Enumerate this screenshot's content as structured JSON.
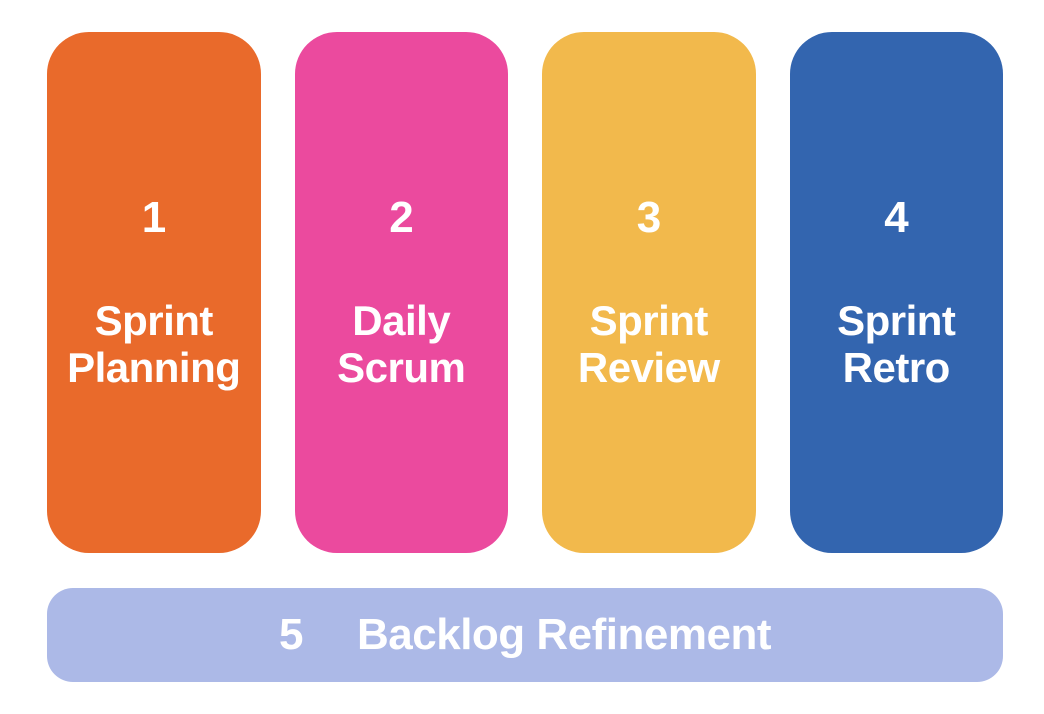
{
  "diagram": {
    "background_color": "#FFFFFF",
    "text_color": "#FFFFFF",
    "cards": [
      {
        "number": "1",
        "label_line1": "Sprint",
        "label_line2": "Planning",
        "color": "#E96A2B"
      },
      {
        "number": "2",
        "label_line1": "Daily",
        "label_line2": "Scrum",
        "color": "#EB4A9E"
      },
      {
        "number": "3",
        "label_line1": "Sprint",
        "label_line2": "Review",
        "color": "#F2B94C"
      },
      {
        "number": "4",
        "label_line1": "Sprint",
        "label_line2": "Retro",
        "color": "#3365AF"
      }
    ],
    "bottom_bar": {
      "number": "5",
      "label": "Backlog Refinement",
      "color": "#ACB9E7"
    }
  }
}
